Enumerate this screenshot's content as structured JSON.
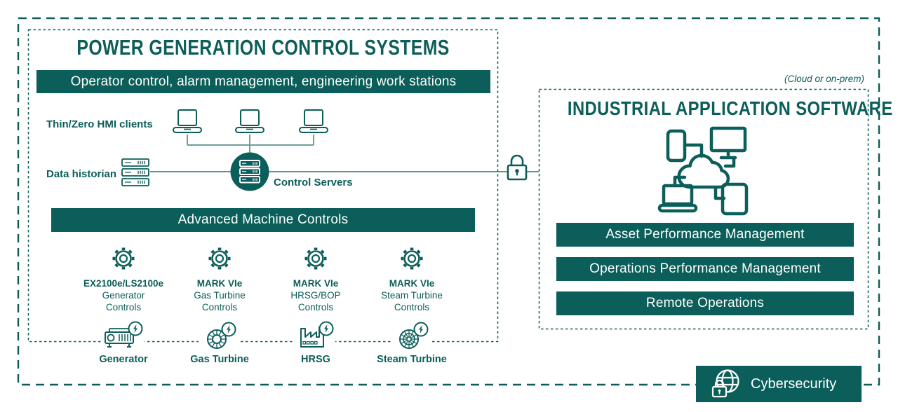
{
  "colors": {
    "teal": "#0b5e59",
    "light_line": "#6f9e99",
    "main_line": "#2f6e68",
    "banner_text": "#ffffff"
  },
  "left_panel": {
    "title": "POWER GENERATION CONTROL SYSTEMS",
    "banner": "Operator control, alarm management, engineering work stations",
    "hmi_label": "Thin/Zero HMI clients",
    "data_historian_label": "Data historian",
    "control_servers_label": "Control Servers",
    "amc_banner": "Advanced Machine Controls",
    "controllers": [
      {
        "name": "EX2100e/LS2100e",
        "line2": "Generator",
        "line3": "Controls"
      },
      {
        "name": "MARK VIe",
        "line2": "Gas Turbine",
        "line3": "Controls"
      },
      {
        "name": "MARK VIe",
        "line2": "HRSG/BOP",
        "line3": "Controls"
      },
      {
        "name": "MARK VIe",
        "line2": "Steam Turbine",
        "line3": "Controls"
      }
    ],
    "equipment": [
      {
        "label": "Generator"
      },
      {
        "label": "Gas Turbine"
      },
      {
        "label": "HRSG"
      },
      {
        "label": "Steam Turbine"
      }
    ]
  },
  "right_panel": {
    "note": "(Cloud or on-prem)",
    "title": "INDUSTRIAL APPLICATION SOFTWARE",
    "banners": [
      "Asset Performance Management",
      "Operations Performance Management",
      "Remote Operations"
    ]
  },
  "cybersecurity_label": "Cybersecurity",
  "icons": {
    "hmi_clients": "laptop-icon",
    "data_historian": "server-rack-icon",
    "control_servers": "server-circle-icon",
    "security_link": "padlock-icon",
    "controllers": "gear-icon",
    "equipment": [
      "generator-icon",
      "gas-turbine-icon",
      "hrsg-icon",
      "steam-turbine-icon"
    ],
    "application": "cloud-devices-icon",
    "cybersecurity": "globe-lock-icon"
  }
}
